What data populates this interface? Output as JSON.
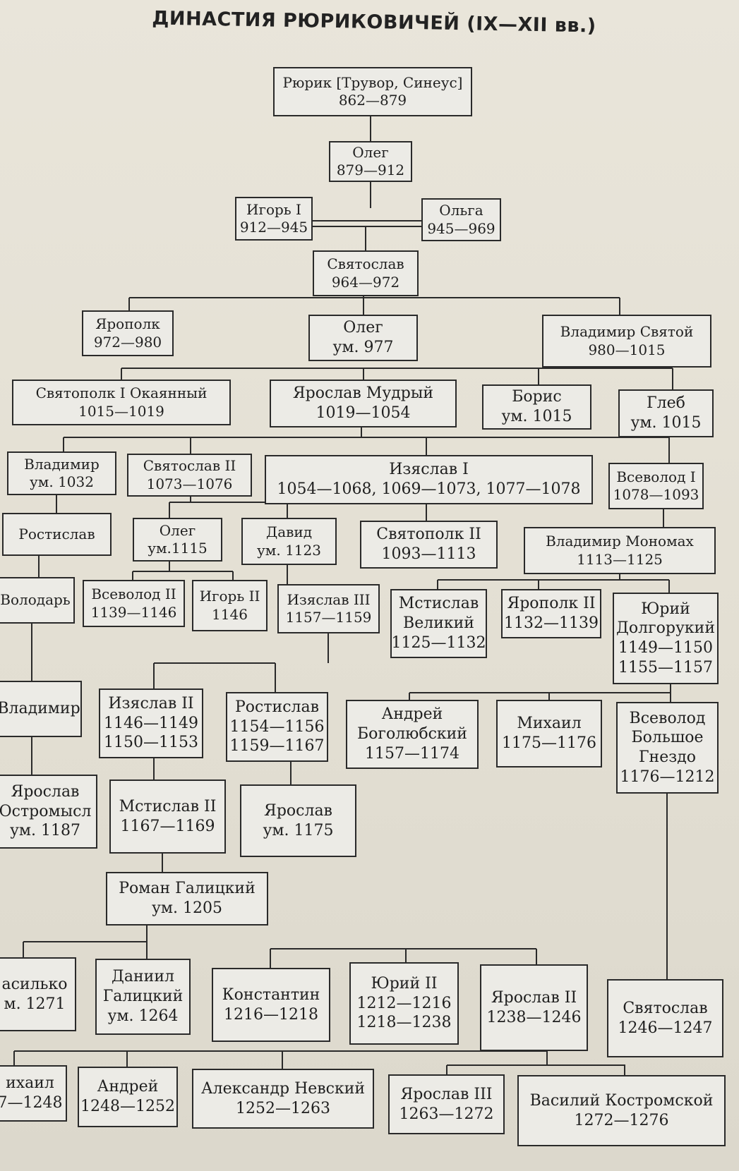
{
  "title": "ДИНАСТИЯ РЮРИКОВИЧЕЙ (IX—XII вв.)",
  "nodes": {
    "ryurik": {
      "name": "Рюрик [Трувор, Синеус]",
      "dates": "862—879"
    },
    "oleg1": {
      "name": "Олег",
      "dates": "879—912"
    },
    "igor1": {
      "name": "Игорь I",
      "dates": "912—945"
    },
    "olga": {
      "name": "Ольга",
      "dates": "945—969"
    },
    "svyatoslav": {
      "name": "Святослав",
      "dates": "964—972"
    },
    "yaropolk": {
      "name": "Ярополк",
      "dates": "972—980"
    },
    "oleg2": {
      "name": "Олег",
      "dates": "ум. 977"
    },
    "vladimir_svyatoy": {
      "name": "Владимир Святой",
      "dates": "980—1015"
    },
    "svyatopolk1": {
      "name": "Святополк I Окаянный",
      "dates": "1015—1019"
    },
    "yaroslav_mudry": {
      "name": "Ярослав Мудрый",
      "dates": "1019—1054"
    },
    "boris": {
      "name": "Борис",
      "dates": "ум. 1015"
    },
    "gleb": {
      "name": "Глеб",
      "dates": "ум. 1015"
    },
    "vladimir1032": {
      "name": "Владимир",
      "dates": "ум. 1032"
    },
    "svyatoslav2": {
      "name": "Святослав II",
      "dates": "1073—1076"
    },
    "izyaslav1": {
      "name": "Изяслав I",
      "dates": "1054—1068, 1069—1073, 1077—1078"
    },
    "vsevolod1": {
      "name": "Всеволод I",
      "dates": "1078—1093"
    },
    "rostislav": {
      "name": "Ростислав",
      "dates": ""
    },
    "oleg1115": {
      "name": "Олег",
      "dates": "ум.1115"
    },
    "david": {
      "name": "Давид",
      "dates": "ум. 1123"
    },
    "svyatopolk2": {
      "name": "Святополк II",
      "dates": "1093—1113"
    },
    "monomakh": {
      "name": "Владимир Мономах",
      "dates": "1113—1125"
    },
    "volodar": {
      "name": "Володарь",
      "dates": ""
    },
    "vsevolod2": {
      "name": "Всеволод II",
      "dates": "1139—1146"
    },
    "igor2": {
      "name": "Игорь II",
      "dates": "1146"
    },
    "izyaslav3": {
      "name": "Изяслав III",
      "dates": "1157—1159"
    },
    "mstislav": {
      "name": "Мстислав",
      "name2": "Великий",
      "dates": "1125—1132"
    },
    "yaropolk2": {
      "name": "Ярополк II",
      "dates": "1132—1139"
    },
    "yury": {
      "name": "Юрий",
      "name2": "Долгорукий",
      "dates": "1149—1150",
      "dates2": "1155—1157"
    },
    "vladimir_g": {
      "name": "Владимир",
      "dates": ""
    },
    "izyaslav2": {
      "name": "Изяслав II",
      "dates": "1146—1149",
      "dates2": "1150—1153"
    },
    "rostislav2": {
      "name": "Ростислав",
      "dates": "1154—1156",
      "dates2": "1159—1167"
    },
    "andrey_b": {
      "name": "Андрей",
      "name2": "Боголюбский",
      "dates": "1157—1174"
    },
    "mikhail": {
      "name": "Михаил",
      "dates": "1175—1176"
    },
    "vsevolod_bg": {
      "name": "Всеволод",
      "name2": "Большое",
      "name3": "Гнездо",
      "dates": "1176—1212"
    },
    "yaroslav_o": {
      "name": "Ярослав",
      "name2": "Остромысл",
      "dates": "ум. 1187"
    },
    "mstislav2": {
      "name": "Мстислав II",
      "dates": "1167—1169"
    },
    "yaroslav1175": {
      "name": "Ярослав",
      "dates": "ум. 1175"
    },
    "roman": {
      "name": "Роман Галицкий",
      "dates": "ум. 1205"
    },
    "vasilko": {
      "name": "асилько",
      "dates": "м. 1271"
    },
    "daniil": {
      "name": "Даниил",
      "name2": "Галицкий",
      "dates": "ум. 1264"
    },
    "konstantin": {
      "name": "Константин",
      "dates": "1216—1218"
    },
    "yury2": {
      "name": "Юрий II",
      "dates": "1212—1216",
      "dates2": "1218—1238"
    },
    "yaroslav2": {
      "name": "Ярослав II",
      "dates": "1238—1246"
    },
    "svyatoslav3": {
      "name": "Святослав",
      "dates": "1246—1247"
    },
    "mikhail2": {
      "name": "ихаил",
      "dates": "7—1248"
    },
    "andrey2": {
      "name": "Андрей",
      "dates": "1248—1252"
    },
    "nevsky": {
      "name": "Александр Невский",
      "dates": "1252—1263"
    },
    "yaroslav3": {
      "name": "Ярослав III",
      "dates": "1263—1272"
    },
    "vasily": {
      "name": "Василий Костромской",
      "dates": "1272—1276"
    }
  }
}
